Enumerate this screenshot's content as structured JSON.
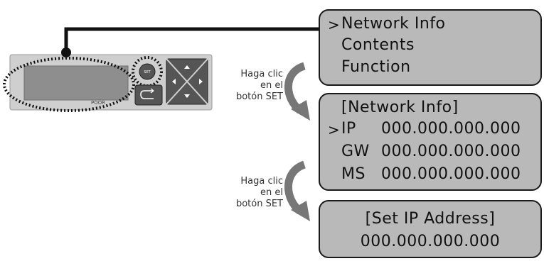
{
  "device": {
    "set_button_label": "SET",
    "brand_label": "POOR"
  },
  "screen_menu": {
    "caret": ">",
    "items": [
      "Network Info",
      "Contents",
      "Function"
    ]
  },
  "screen_network": {
    "title": "[Network Info]",
    "caret": ">",
    "rows": [
      {
        "label": "IP",
        "value": "000.000.000.000"
      },
      {
        "label": "GW",
        "value": "000.000.000.000"
      },
      {
        "label": "MS",
        "value": "000.000.000.000"
      }
    ]
  },
  "screen_setip": {
    "title": "[Set IP Address]",
    "value": "000.000.000.000"
  },
  "instructions": [
    {
      "lines": [
        "Haga clic",
        "en el",
        "botón SET"
      ]
    },
    {
      "lines": [
        "Haga clic",
        "en el",
        "botón SET"
      ]
    }
  ]
}
